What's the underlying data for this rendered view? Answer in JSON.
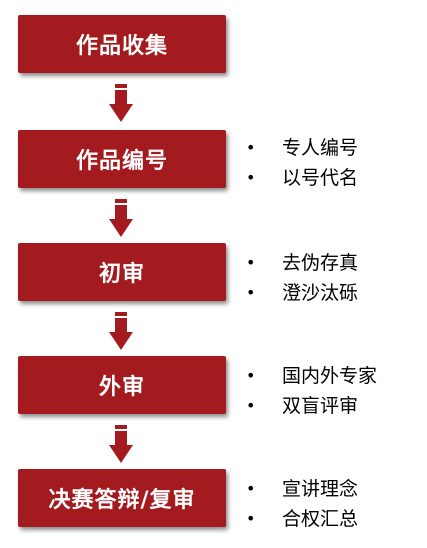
{
  "colors": {
    "box_fill": "#a31a1f",
    "arrow_fill": "#a31a1f",
    "box_text": "#ffffff",
    "bullet_text": "#000000"
  },
  "steps": [
    {
      "label": "作品收集",
      "bullets": []
    },
    {
      "label": "作品编号",
      "bullets": [
        "专人编号",
        "以号代名"
      ]
    },
    {
      "label": "初审",
      "bullets": [
        "去伪存真",
        "澄沙汰砾"
      ]
    },
    {
      "label": "外审",
      "bullets": [
        "国内外专家",
        "双盲评审"
      ]
    },
    {
      "label": "决赛答辩/复审",
      "bullets": [
        "宣讲理念",
        "合权汇总"
      ]
    }
  ],
  "bullet_marker": "•"
}
